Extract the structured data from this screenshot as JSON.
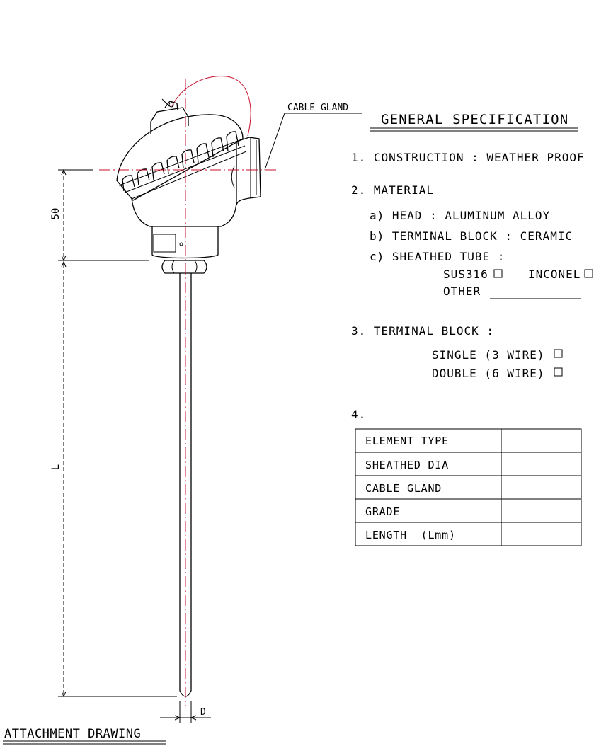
{
  "drawing": {
    "cable_gland_callout": "CABLE GLAND",
    "dim_head_height": "50",
    "dim_length": "L",
    "dim_diameter": "D",
    "footer_title": "ATTACHMENT DRAWING"
  },
  "spec": {
    "title": "GENERAL SPECIFICATION",
    "construction": "1. CONSTRUCTION : WEATHER PROOF",
    "material_heading": "2. MATERIAL",
    "material_head": "a) HEAD : ALUMINUM ALLOY",
    "material_terminal_block": "b) TERMINAL BLOCK : CERAMIC",
    "material_sheathed_tube": "c) SHEATHED TUBE :",
    "opt_sus316": "SUS316",
    "opt_inconel": "INCONEL",
    "opt_other": "OTHER",
    "terminal_block_heading": "3. TERMINAL BLOCK :",
    "opt_single": "SINGLE (3 WIRE)",
    "opt_double": "DOUBLE (6 WIRE)",
    "item4_heading": "4."
  },
  "table": {
    "rows": [
      {
        "label": "ELEMENT TYPE",
        "value": ""
      },
      {
        "label": "SHEATHED DIA",
        "value": ""
      },
      {
        "label": "CABLE GLAND",
        "value": ""
      },
      {
        "label": "GRADE",
        "value": ""
      },
      {
        "label": "LENGTH  (Lmm)",
        "value": ""
      }
    ]
  },
  "colors": {
    "linework": "#000000",
    "centerline": "#c8102e",
    "background": "#ffffff"
  }
}
